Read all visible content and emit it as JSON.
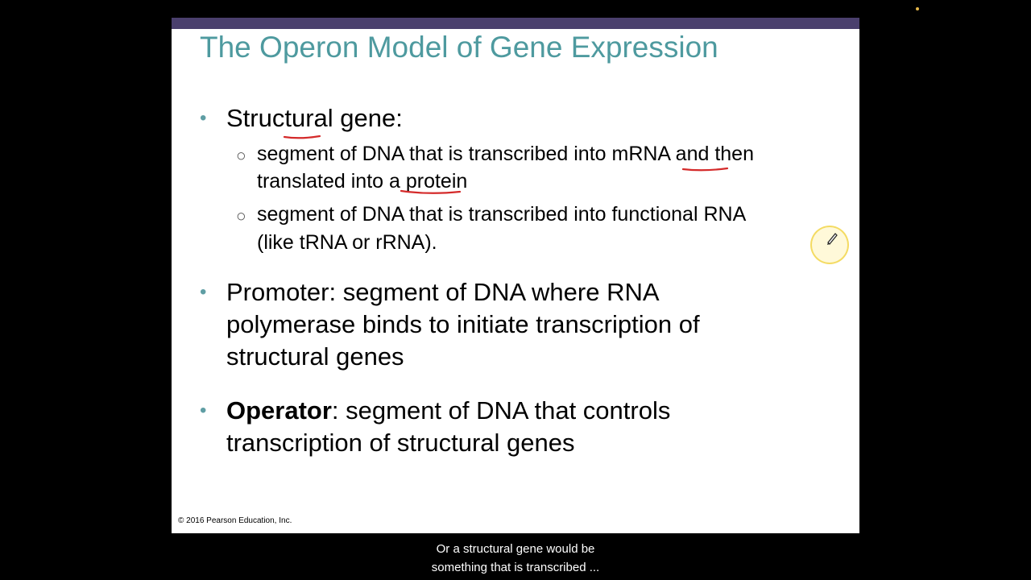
{
  "slide": {
    "title": "The Operon Model of Gene Expression",
    "bullets": [
      {
        "label": "Structural gene:",
        "subitems": [
          {
            "lines": [
              "segment of DNA that is transcribed into mRNA and then",
              "translated into a protein"
            ]
          },
          {
            "lines": [
              "segment of DNA that is transcribed into functional RNA",
              "(like tRNA or rRNA)."
            ]
          }
        ]
      },
      {
        "lines": [
          "Promoter: segment of DNA where RNA",
          "polymerase binds to initiate transcription of",
          "structural genes"
        ]
      },
      {
        "bold": "Operator",
        "rest": ": segment of DNA that controls",
        "line2": "transcription of structural genes"
      }
    ],
    "copyright": "© 2016 Pearson Education, Inc."
  },
  "caption": {
    "lines": [
      "Or a structural gene would be",
      "something that is transcribed ..."
    ]
  },
  "colors": {
    "title": "#4e9a9f",
    "top_bar": "#4a3f6d",
    "annotation_ink": "#d42a2a",
    "cursor_highlight": "#f0d23c"
  },
  "icons": {
    "bullet": "round-bullet",
    "sub_bullet": "hollow-circle-bullet",
    "cursor": "pen-icon"
  }
}
